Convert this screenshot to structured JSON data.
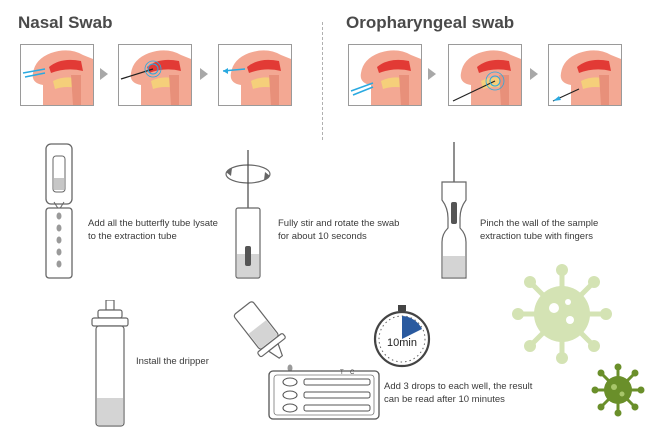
{
  "headings": {
    "nasal": "Nasal Swab",
    "oropharyngeal": "Oropharyngeal swab"
  },
  "steps": {
    "add_lysate": "Add all the butterfly tube lysate to the extraction tube",
    "stir": "Fully stir and rotate the swab for about 10 seconds",
    "pinch": "Pinch the wall of the sample extraction tube with fingers",
    "dripper": "Install the dripper",
    "add_drops": "Add 3 drops to each well, the result can be read after 10 minutes"
  },
  "timer": {
    "label": "10min"
  },
  "cassette": {
    "label_c": "C",
    "label_t": "T"
  },
  "colors": {
    "head_skin": "#f3a893",
    "nasal_cavity": "#e23a35",
    "throat_yellow": "#f5cf7a",
    "swab_blue": "#2aa9e0",
    "timer_blue": "#2a5a9f",
    "virus_light": "#d4e3b4",
    "virus_dark": "#6a8f2a"
  }
}
